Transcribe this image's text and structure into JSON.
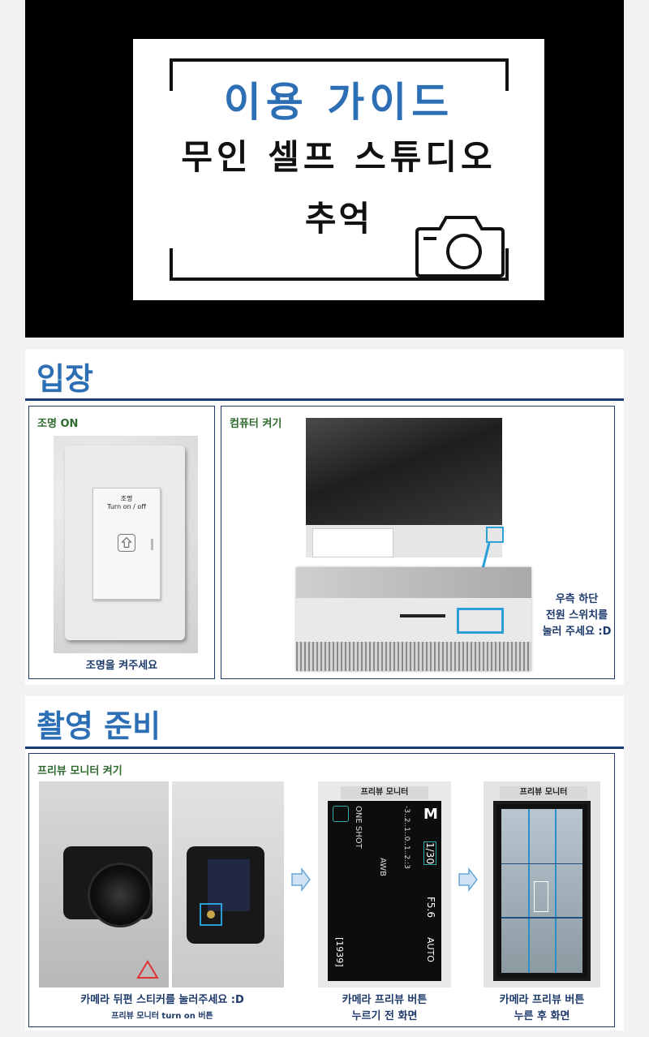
{
  "hero": {
    "title": "이용 가이드",
    "subtitle": "무인 셀프 스튜디오",
    "studio_name": "추억"
  },
  "entry": {
    "title": "입장",
    "light": {
      "label": "조명 ON",
      "switch_text_1": "조명",
      "switch_text_2": "Turn on / off",
      "caption": "조명을 켜주세요"
    },
    "computer": {
      "label": "컴퓨터 켜기",
      "caption_1": "우측 하단",
      "caption_2": "전원 스위치를",
      "caption_3": "눌러 주세요 :D"
    }
  },
  "prep": {
    "title": "촬영 준비",
    "label": "프리뷰 모니터 켜기",
    "caption_a_1": "카메라 뒤편 스티커를 눌러주세요 :D",
    "caption_a_2": "프리뷰 모니터 turn on 버튼",
    "preview_head": "프리뷰 모니터",
    "caption_b_1": "카메라 프리뷰 버튼",
    "caption_b_2": "누르기 전 화면",
    "caption_c_1": "카메라 프리뷰 버튼",
    "caption_c_2": "누른 후 화면",
    "screen": {
      "mode": "M",
      "shutter": "1/30",
      "aperture": "F5.6",
      "iso": "AUTO",
      "focus": "ONE SHOT",
      "wb": "AWB",
      "shots": "[1939]",
      "scale": "-3..2..1..0..1..2.:3"
    }
  },
  "colors": {
    "accent_blue": "#2d6fb5",
    "navy": "#173b72",
    "label_green": "#2e6a2e",
    "highlight_cyan": "#2a9fd8"
  }
}
